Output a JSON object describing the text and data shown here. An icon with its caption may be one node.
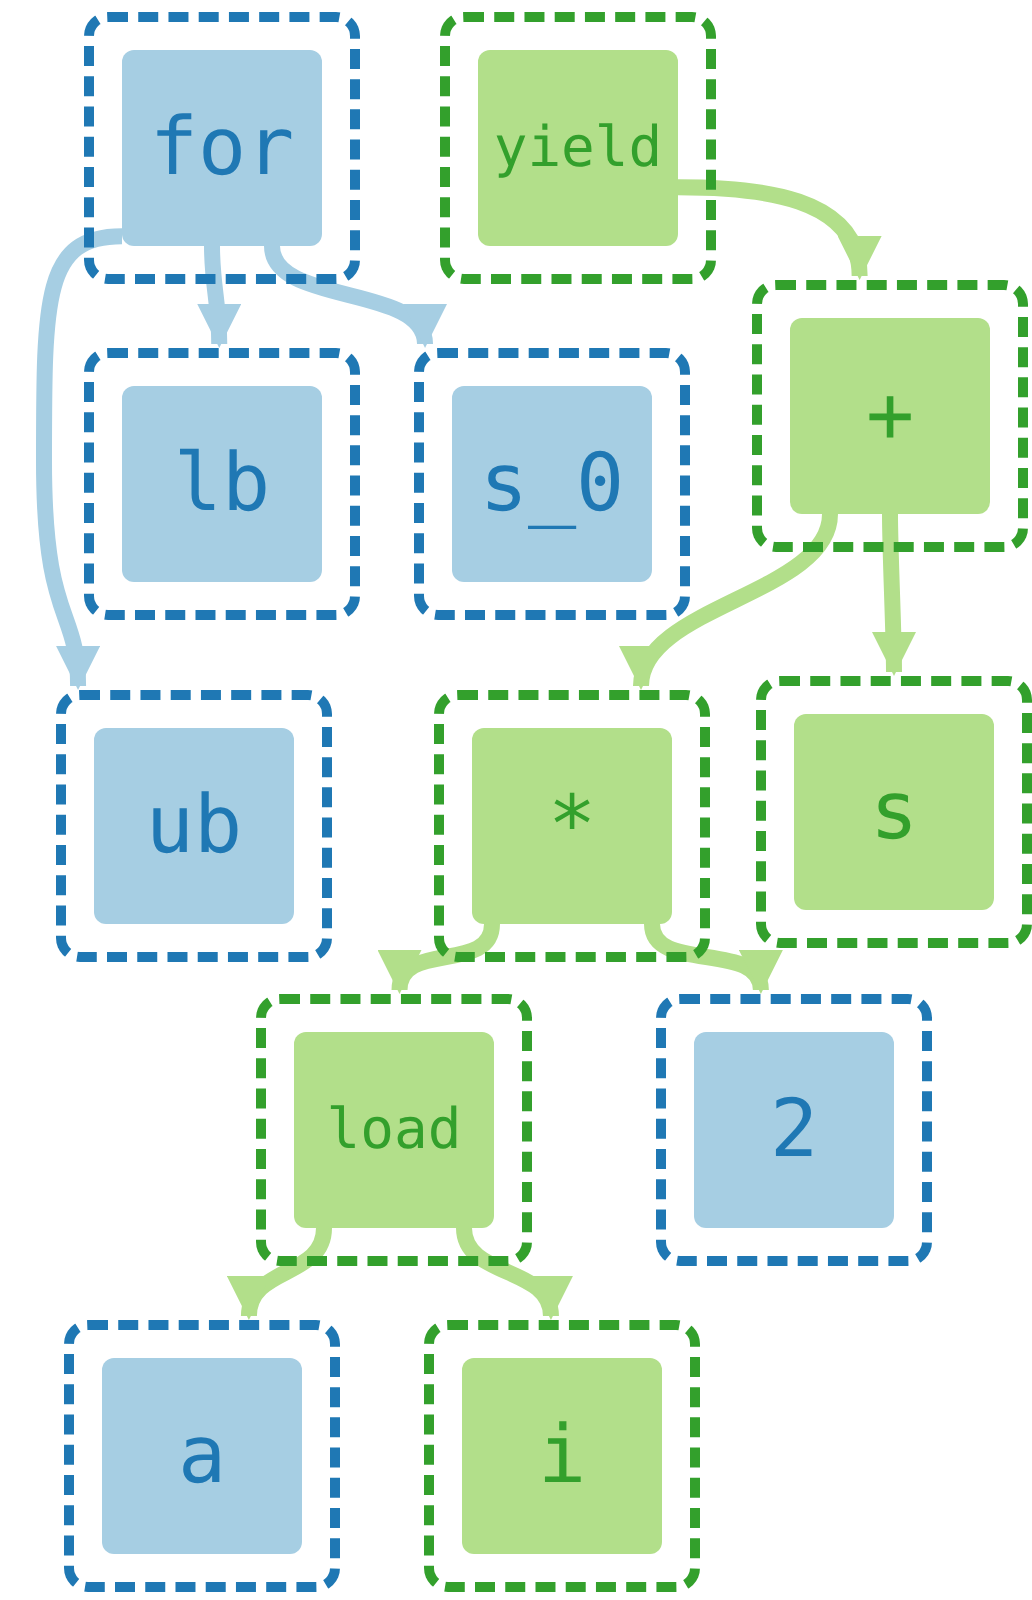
{
  "diagram": {
    "nodes": [
      {
        "text": [
          "for"
        ]
      },
      {
        "text": [
          "yield"
        ]
      },
      {
        "text": [
          "lb"
        ]
      },
      {
        "text": [
          "s_0"
        ]
      },
      {
        "text": [
          "+"
        ]
      },
      {
        "text": [
          "ub"
        ]
      },
      {
        "text": [
          "*"
        ]
      },
      {
        "text": [
          "s"
        ]
      },
      {
        "text": [
          "load"
        ]
      },
      {
        "text": [
          "2"
        ]
      },
      {
        "text": [
          "a"
        ]
      },
      {
        "text": [
          "i"
        ]
      }
    ],
    "edges": [
      {
        "from": 0,
        "to": 5,
        "arrow": "to",
        "color": "#a6cee3"
      },
      {
        "from": 0,
        "to": 2,
        "arrow": "to",
        "color": "#a6cee3"
      },
      {
        "from": 0,
        "to": 3,
        "arrow": "to",
        "color": "#a6cee3"
      },
      {
        "from": 1,
        "to": 4,
        "arrow": "to"
      },
      {
        "from": 4,
        "to": 6,
        "arrow": "to"
      },
      {
        "from": 4,
        "to": 7,
        "arrow": "to"
      },
      {
        "from": 6,
        "to": 8,
        "arrow": "to"
      },
      {
        "from": 6,
        "to": 9,
        "arrow": "to"
      },
      {
        "from": 8,
        "to": 10,
        "arrow": "to"
      },
      {
        "from": 8,
        "to": 11,
        "arrow": "to"
      }
    ]
  }
}
